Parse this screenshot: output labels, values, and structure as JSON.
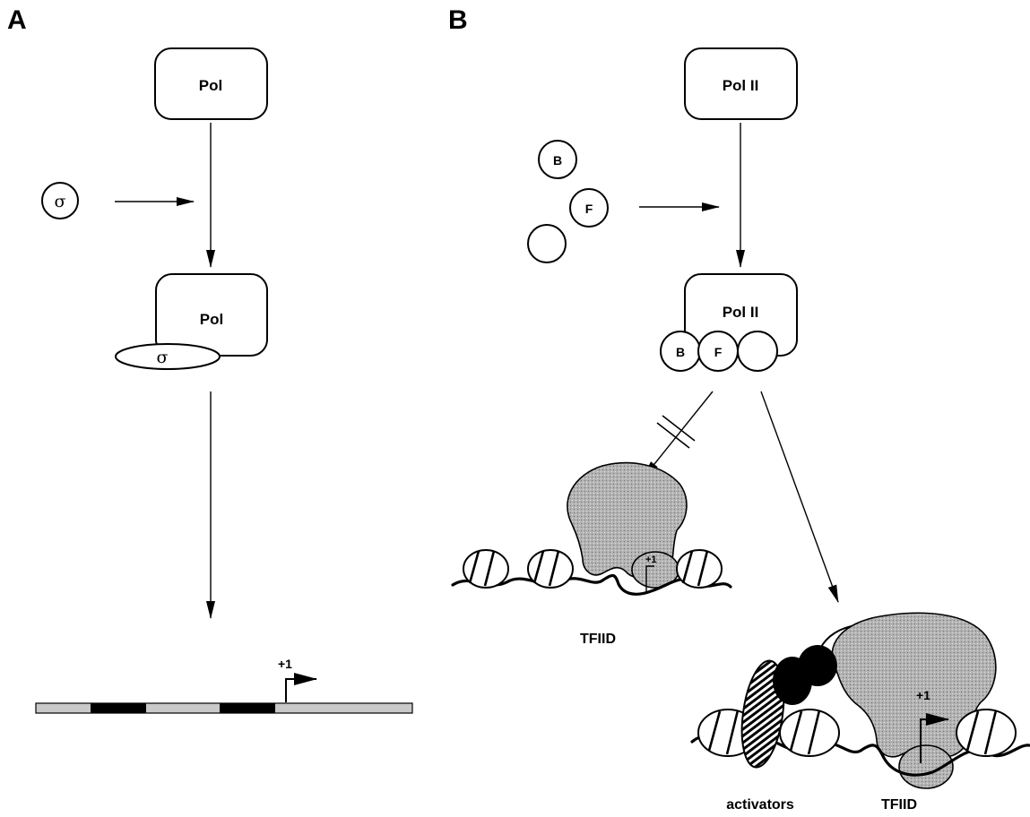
{
  "panel_a": {
    "letter": "A",
    "pol_top_label": "Pol",
    "sigma_free_label": "σ",
    "pol_bottom_label": "Pol",
    "sigma_bound_label": "σ",
    "start_site_label": "+1",
    "promoter_colors": {
      "light": "#c9c9c9",
      "dark": "#000000"
    }
  },
  "panel_b": {
    "letter": "B",
    "pol_top_label": "Pol II",
    "factor_b_label": "B",
    "factor_f_label": "F",
    "pol_bottom_label": "Pol II",
    "bound_b_label": "B",
    "bound_f_label": "F",
    "left_start_label": "+1",
    "left_caption": "TFIID",
    "right_start_label": "+1",
    "activators_caption": "activators",
    "right_caption": "TFIID",
    "tfiid_color": "#b3b3b3"
  }
}
